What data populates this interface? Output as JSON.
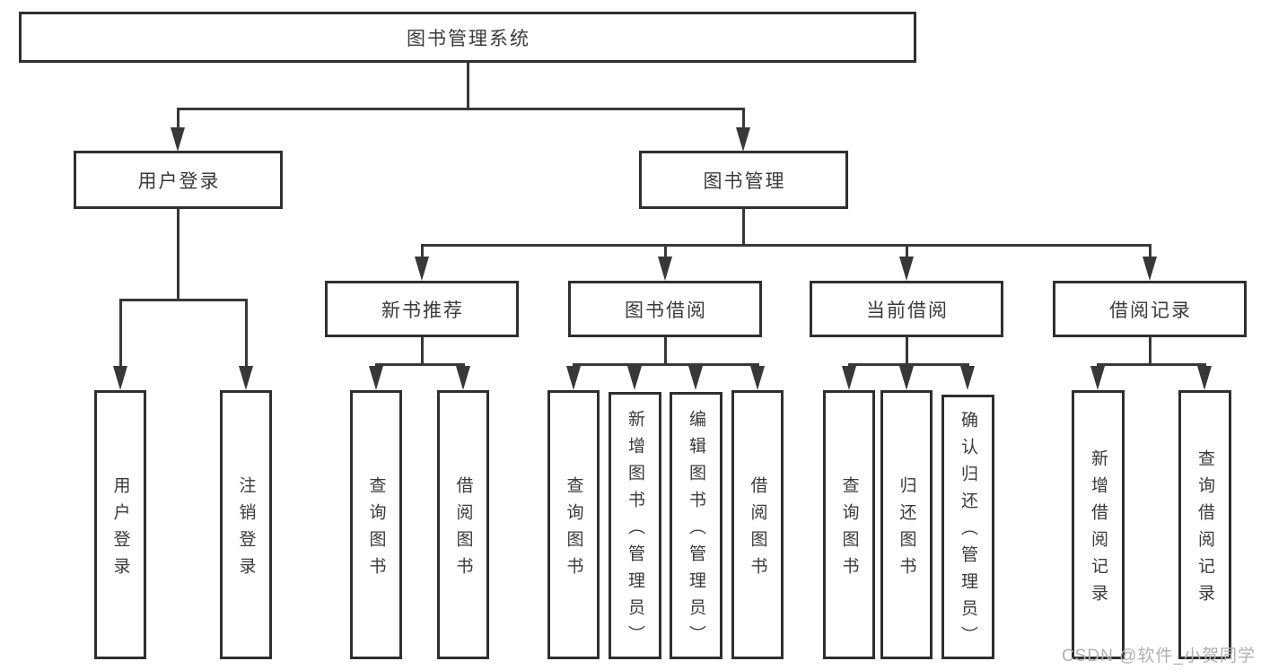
{
  "diagram": {
    "root": {
      "label": "图书管理系统"
    },
    "branches": [
      {
        "label": "用户登录",
        "children": [
          {
            "label": "用户登录"
          },
          {
            "label": "注销登录"
          }
        ]
      },
      {
        "label": "图书管理",
        "children": [
          {
            "label": "新书推荐",
            "children": [
              {
                "label": "查询图书"
              },
              {
                "label": "借阅图书"
              }
            ]
          },
          {
            "label": "图书借阅",
            "children": [
              {
                "label": "查询图书"
              },
              {
                "label": "新增图书（管理员）"
              },
              {
                "label": "编辑图书（管理员）"
              },
              {
                "label": "借阅图书"
              }
            ]
          },
          {
            "label": "当前借阅",
            "children": [
              {
                "label": "查询图书"
              },
              {
                "label": "归还图书"
              },
              {
                "label": "确认归还（管理员）"
              }
            ]
          },
          {
            "label": "借阅记录",
            "children": [
              {
                "label": "新增借阅记录"
              },
              {
                "label": "查询借阅记录"
              }
            ]
          }
        ]
      }
    ]
  },
  "watermark": {
    "text": "CSDN @软件_小贺同学"
  },
  "colors": {
    "line": "#383838",
    "box_border": "#2f2f2f",
    "text": "#3a3a3a",
    "watermark": "#b0b0b0",
    "background": "#ffffff"
  }
}
